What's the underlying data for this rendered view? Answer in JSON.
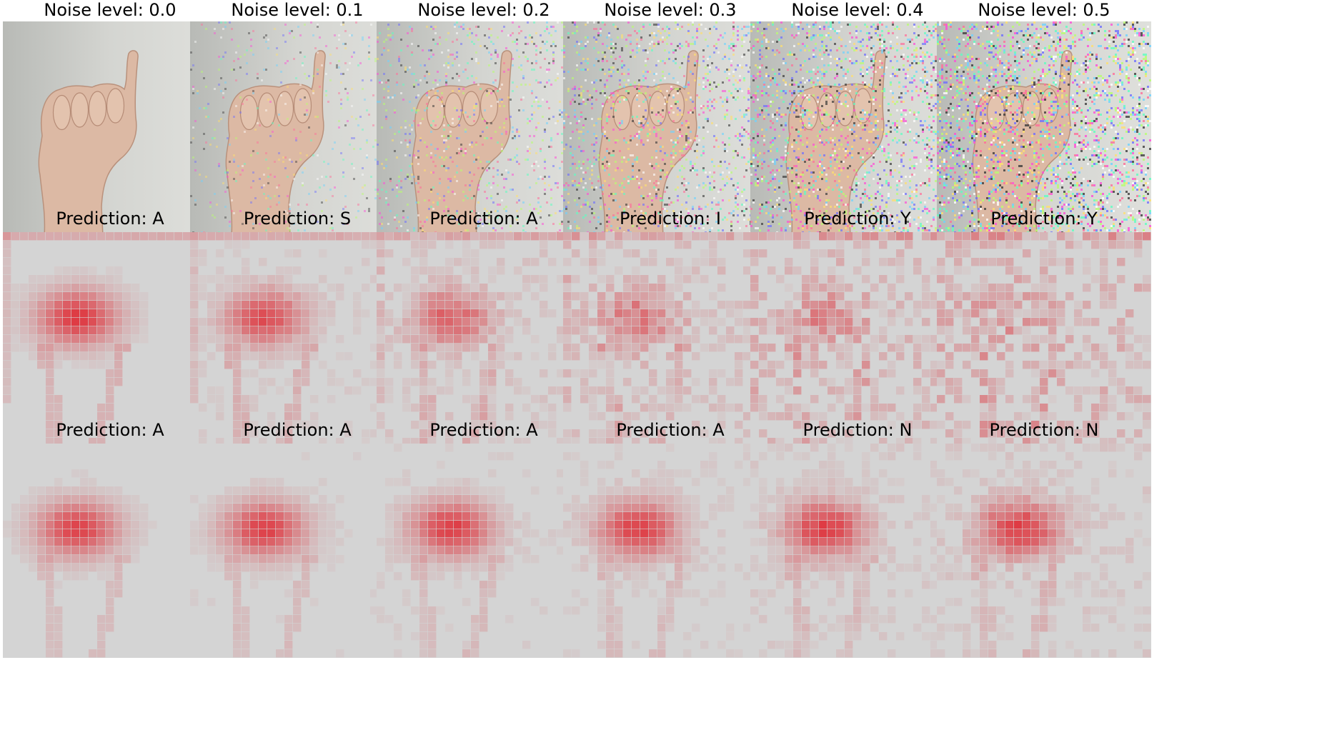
{
  "figure": {
    "rows": [
      {
        "row_type": "input",
        "titles": [
          "Noise level: 0.0",
          "Noise level: 0.1",
          "Noise level: 0.2",
          "Noise level: 0.3",
          "Noise level: 0.4",
          "Noise level: 0.5"
        ],
        "noise_levels": [
          0.0,
          0.1,
          0.2,
          0.3,
          0.4,
          0.5
        ]
      },
      {
        "row_type": "saliency",
        "titles": [
          "Prediction: A",
          "Prediction: S",
          "Prediction: A",
          "Prediction: I",
          "Prediction: Y",
          "Prediction: Y"
        ],
        "predictions": [
          "A",
          "S",
          "A",
          "I",
          "Y",
          "Y"
        ]
      },
      {
        "row_type": "saliency",
        "titles": [
          "Prediction: A",
          "Prediction: A",
          "Prediction: A",
          "Prediction: A",
          "Prediction: N",
          "Prediction: N"
        ],
        "predictions": [
          "A",
          "A",
          "A",
          "A",
          "N",
          "N"
        ]
      }
    ],
    "colors": {
      "background_wall": "#d9dad6",
      "skin": "#dcb9a4",
      "heat": "#e0202a",
      "heat_background": "#d4d4d4"
    }
  }
}
